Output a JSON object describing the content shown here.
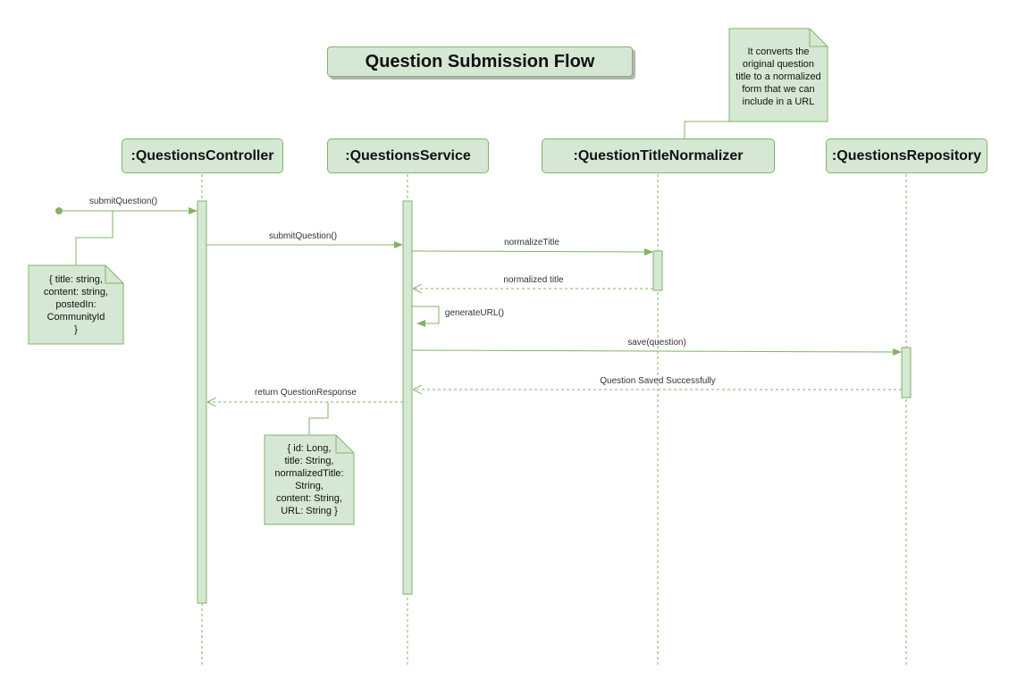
{
  "title": "Question Submission Flow",
  "lifelines": [
    {
      "name": ":QuestionsController"
    },
    {
      "name": ":QuestionsService"
    },
    {
      "name": ":QuestionTitleNormalizer"
    },
    {
      "name": ":QuestionsRepository"
    }
  ],
  "messages": {
    "submit_question_in": "submitQuestion()",
    "submit_question_service": "submitQuestion()",
    "normalize_title": "normalizeTitle",
    "normalized_title_return": "normalized title",
    "generate_url": "generateURL()",
    "save_question": "save(question)",
    "saved_return": "Question Saved Successfully",
    "return_response": "return QuestionResponse"
  },
  "notes": {
    "request_body": "{ title: string,\ncontent: string,\npostedIn:\nCommunityId\n}",
    "response_body": "{ id: Long,\ntitle: String,\nnormalizedTitle:\nString,\ncontent: String,\nURL: String }",
    "normalizer_info": "It converts the\noriginal question\ntitle to a normalized\nform that we can\ninclude in a URL"
  },
  "colors": {
    "fill": "#d5e8d4",
    "stroke": "#82b366",
    "text": "#333333"
  }
}
